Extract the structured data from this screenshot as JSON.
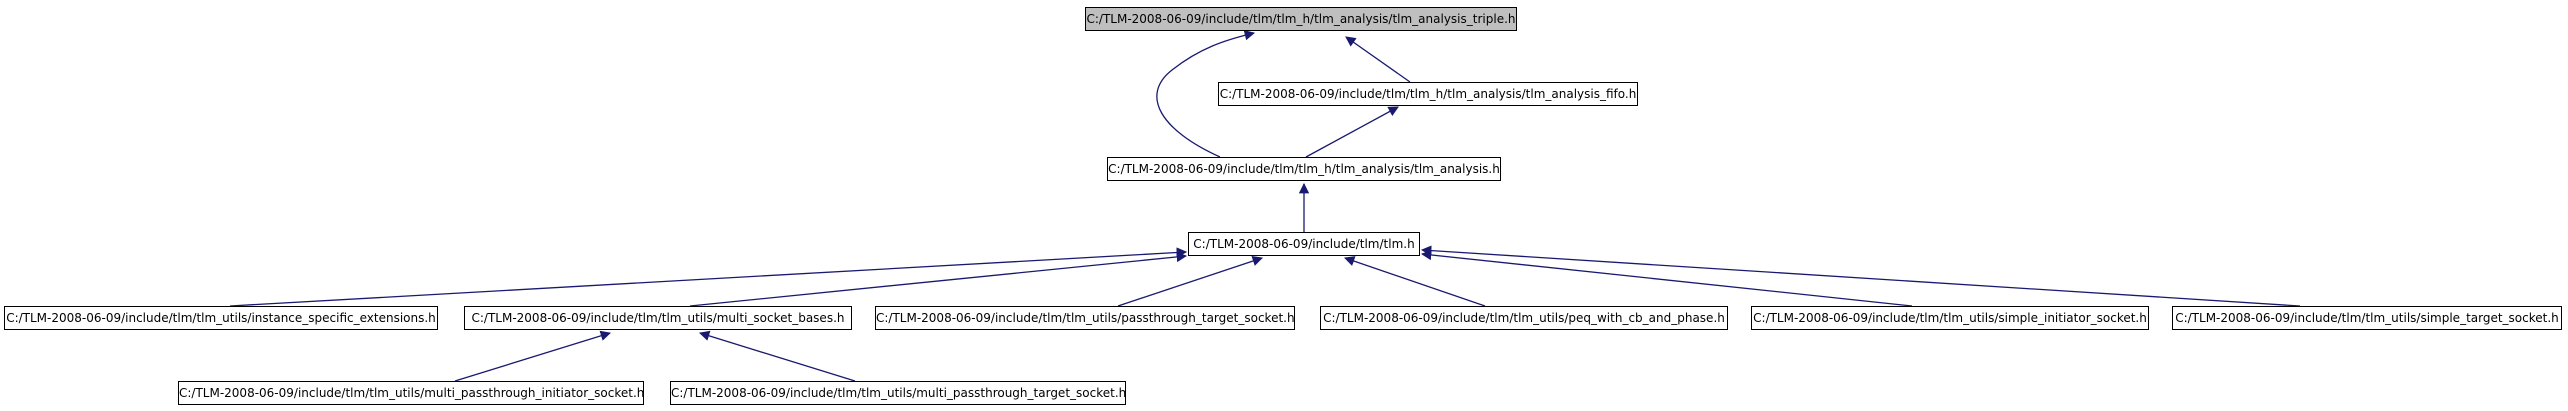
{
  "diagram": {
    "type": "include-dependency-graph",
    "colors": {
      "edge": "#191970",
      "root_fill": "#bfbfbf",
      "node_fill": "#ffffff",
      "border": "#000000"
    },
    "nodes": {
      "triple": "C:/TLM-2008-06-09/include/tlm/tlm_h/tlm_analysis/tlm_analysis_triple.h",
      "fifo": "C:/TLM-2008-06-09/include/tlm/tlm_h/tlm_analysis/tlm_analysis_fifo.h",
      "analysis": "C:/TLM-2008-06-09/include/tlm/tlm_h/tlm_analysis/tlm_analysis.h",
      "tlm": "C:/TLM-2008-06-09/include/tlm/tlm.h",
      "instance_ext": "C:/TLM-2008-06-09/include/tlm/tlm_utils/instance_specific_extensions.h",
      "multi_bases": "C:/TLM-2008-06-09/include/tlm/tlm_utils/multi_socket_bases.h",
      "pass_target": "C:/TLM-2008-06-09/include/tlm/tlm_utils/passthrough_target_socket.h",
      "peq": "C:/TLM-2008-06-09/include/tlm/tlm_utils/peq_with_cb_and_phase.h",
      "simple_init": "C:/TLM-2008-06-09/include/tlm/tlm_utils/simple_initiator_socket.h",
      "simple_target": "C:/TLM-2008-06-09/include/tlm/tlm_utils/simple_target_socket.h",
      "multi_init": "C:/TLM-2008-06-09/include/tlm/tlm_utils/multi_passthrough_initiator_socket.h",
      "multi_target": "C:/TLM-2008-06-09/include/tlm/tlm_utils/multi_passthrough_target_socket.h"
    },
    "edges": [
      {
        "from": "fifo",
        "to": "triple"
      },
      {
        "from": "analysis",
        "to": "triple"
      },
      {
        "from": "analysis",
        "to": "fifo"
      },
      {
        "from": "tlm",
        "to": "analysis"
      },
      {
        "from": "instance_ext",
        "to": "tlm"
      },
      {
        "from": "multi_bases",
        "to": "tlm"
      },
      {
        "from": "pass_target",
        "to": "tlm"
      },
      {
        "from": "peq",
        "to": "tlm"
      },
      {
        "from": "simple_init",
        "to": "tlm"
      },
      {
        "from": "simple_target",
        "to": "tlm"
      },
      {
        "from": "multi_init",
        "to": "multi_bases"
      },
      {
        "from": "multi_target",
        "to": "multi_bases"
      }
    ]
  }
}
